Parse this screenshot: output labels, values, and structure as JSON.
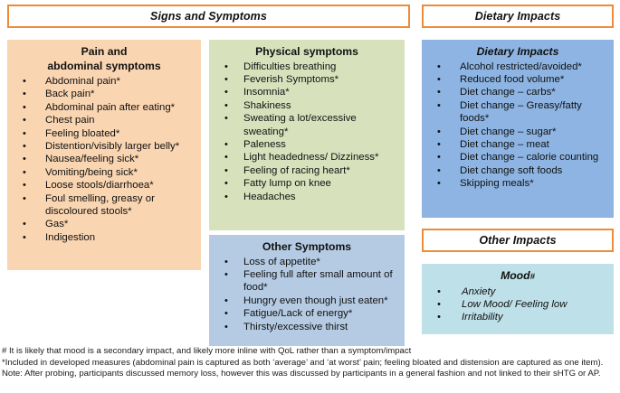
{
  "banners": {
    "signs_and_symptoms": "Signs  and Symptoms",
    "dietary_impacts": "Dietary Impacts",
    "other_impacts": "Other Impacts"
  },
  "cards": {
    "pain": {
      "title_line1": "Pain and",
      "title_line2": "abdominal symptoms",
      "color": "#FAD5B1",
      "items": [
        "Abdominal pain*",
        "Back pain*",
        "Abdominal pain after eating*",
        "Chest pain",
        "Feeling bloated*",
        "Distention/visibly larger belly*",
        "Nausea/feeling sick*",
        "Vomiting/being sick*",
        "Loose stools/diarrhoea*",
        "Foul smelling, greasy or discoloured stools*",
        "Gas*",
        "Indigestion"
      ]
    },
    "physical": {
      "title": "Physical symptoms",
      "color": "#D7E2BD",
      "items": [
        "Difficulties breathing",
        "Feverish Symptoms*",
        "Insomnia*",
        "Shakiness",
        "Sweating a lot/excessive sweating*",
        "Paleness",
        "Light headedness/ Dizziness*",
        "Feeling of racing heart*",
        "Fatty lump on knee",
        "Headaches"
      ]
    },
    "other_symptoms": {
      "title": "Other Symptoms",
      "color": "#B5CBE3",
      "items": [
        "Loss of appetite*",
        "Feeling full after small amount of food*",
        "Hungry even though just eaten*",
        "Fatigue/Lack of energy*",
        "Thirsty/excessive thirst"
      ]
    },
    "dietary": {
      "title": "Dietary Impacts",
      "color": "#8DB4E2",
      "items": [
        "Alcohol restricted/avoided*",
        "Reduced food volume*",
        "Diet change – carbs*",
        "Diet change – Greasy/fatty foods*",
        "Diet change – sugar*",
        "Diet change – meat",
        "Diet change – calorie counting",
        "Diet change soft foods",
        "Skipping meals*"
      ]
    },
    "mood": {
      "title": "Mood",
      "title_marker": "#",
      "color": "#BEE0E8",
      "items": [
        "Anxiety",
        "Low Mood/ Feeling low",
        "Irritability"
      ]
    }
  },
  "footnotes": {
    "hash_note": "# It is likely that mood is a secondary impact, and likely more inline with QoL rather than a symptom/impact",
    "asterisk_note": "*Included in developed measures (abdominal pain is captured as both ‘average’ and ‘at worst’ pain; feeling bloated and distension are captured as one item).",
    "general_note": "Note: After probing, participants discussed memory loss, however this was discussed by participants in a general fashion and not linked to their sHTG or AP."
  },
  "theme": {
    "banner_border": "#ED8B37",
    "background": "#FFFFFF",
    "text": "#111111"
  }
}
